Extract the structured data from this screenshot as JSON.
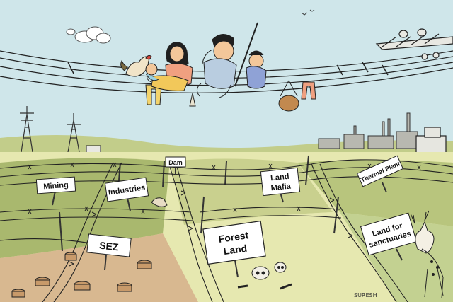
{
  "signs": {
    "mining": "Mining",
    "industries": "Industries",
    "dam": "Dam",
    "land_mafia_line1": "Land",
    "land_mafia_line2": "Mafia",
    "thermal_plant": "Thermal Plant",
    "sez": "SEZ",
    "forest_land_line1": "Forest",
    "forest_land_line2": "Land",
    "sanctuaries_line1": "Land for",
    "sanctuaries_line2": "sanctuaries"
  },
  "signature": "SURESH",
  "colors": {
    "sky": "#cfe6ea",
    "field_light": "#e2e6a6",
    "field_green": "#b9c77c",
    "field_dark": "#9fb06a",
    "sign_fill": "#ffffff",
    "wire": "#2a2a2a"
  }
}
